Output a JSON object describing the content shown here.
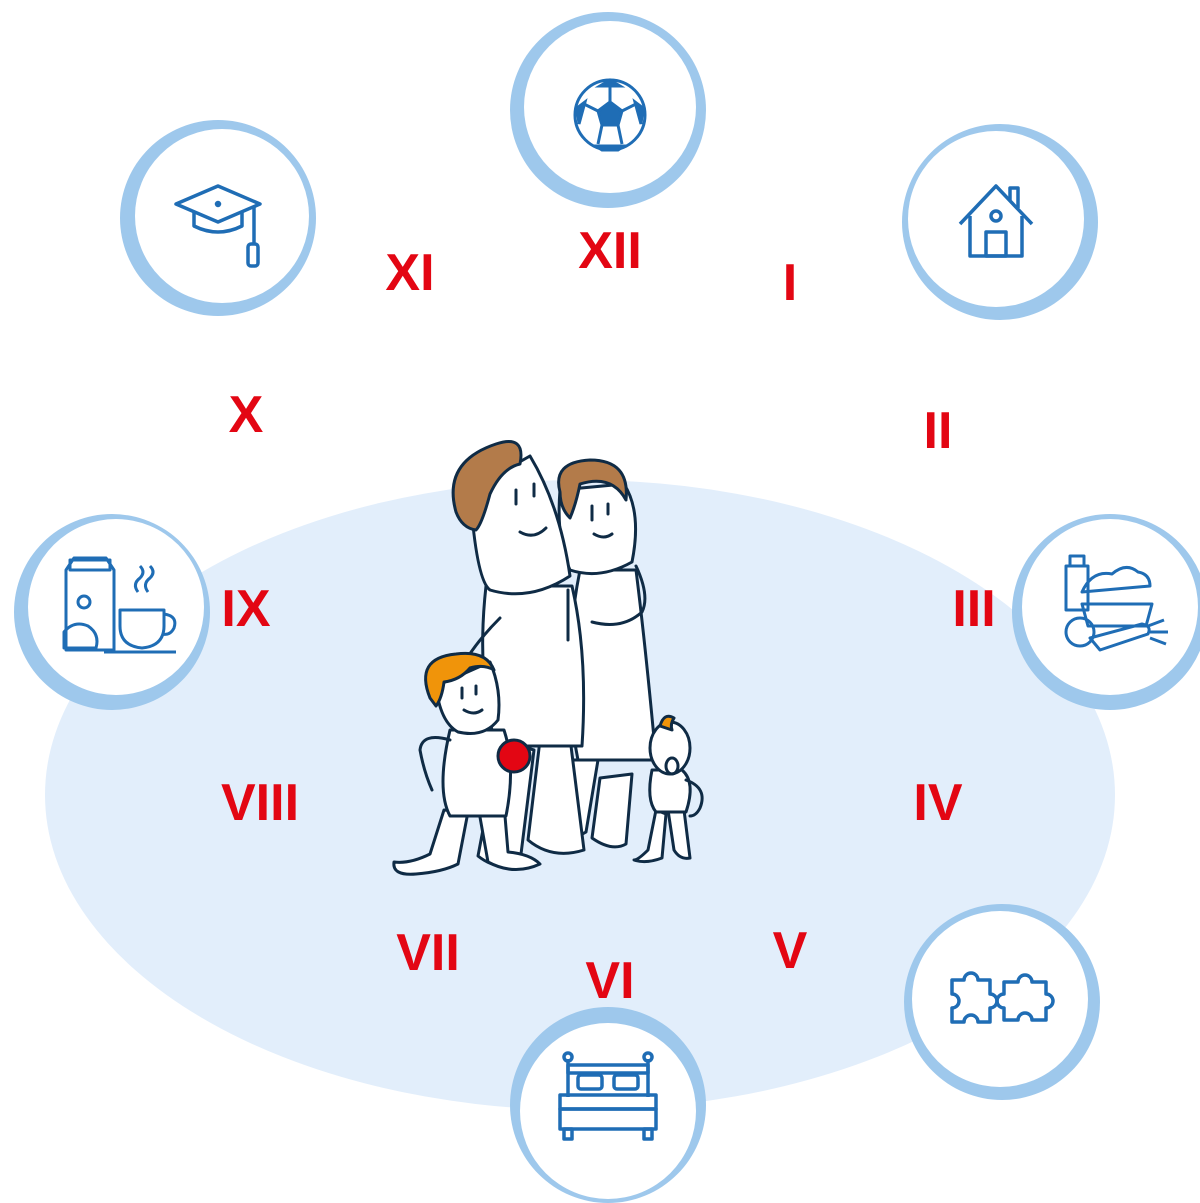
{
  "colors": {
    "numeral": "#e30613",
    "icon_stroke": "#1f6db5",
    "ring_outer": "#9ec8ec",
    "ring_inner": "#ffffff",
    "ellipse_fill": "#e2eefb",
    "outline": "#0f2b45",
    "hair_brown": "#b37b4a",
    "hair_orange": "#f0940a",
    "ball_red": "#e30613"
  },
  "numerals": {
    "xii": "XII",
    "i": "I",
    "ii": "II",
    "iii": "III",
    "iv": "IV",
    "v": "V",
    "vi": "VI",
    "vii": "VII",
    "viii": "VIII",
    "ix": "IX",
    "x": "X",
    "xi": "XI"
  },
  "activities": [
    {
      "position": "xii",
      "icon": "soccer-ball-icon"
    },
    {
      "position": "ii",
      "icon": "house-icon"
    },
    {
      "position": "iii",
      "icon": "groceries-icon"
    },
    {
      "position": "v",
      "icon": "puzzle-icon"
    },
    {
      "position": "vi",
      "icon": "bed-icon"
    },
    {
      "position": "ix",
      "icon": "breakfast-icon"
    },
    {
      "position": "xi",
      "icon": "graduation-cap-icon"
    }
  ],
  "center_illustration": "family-illustration"
}
